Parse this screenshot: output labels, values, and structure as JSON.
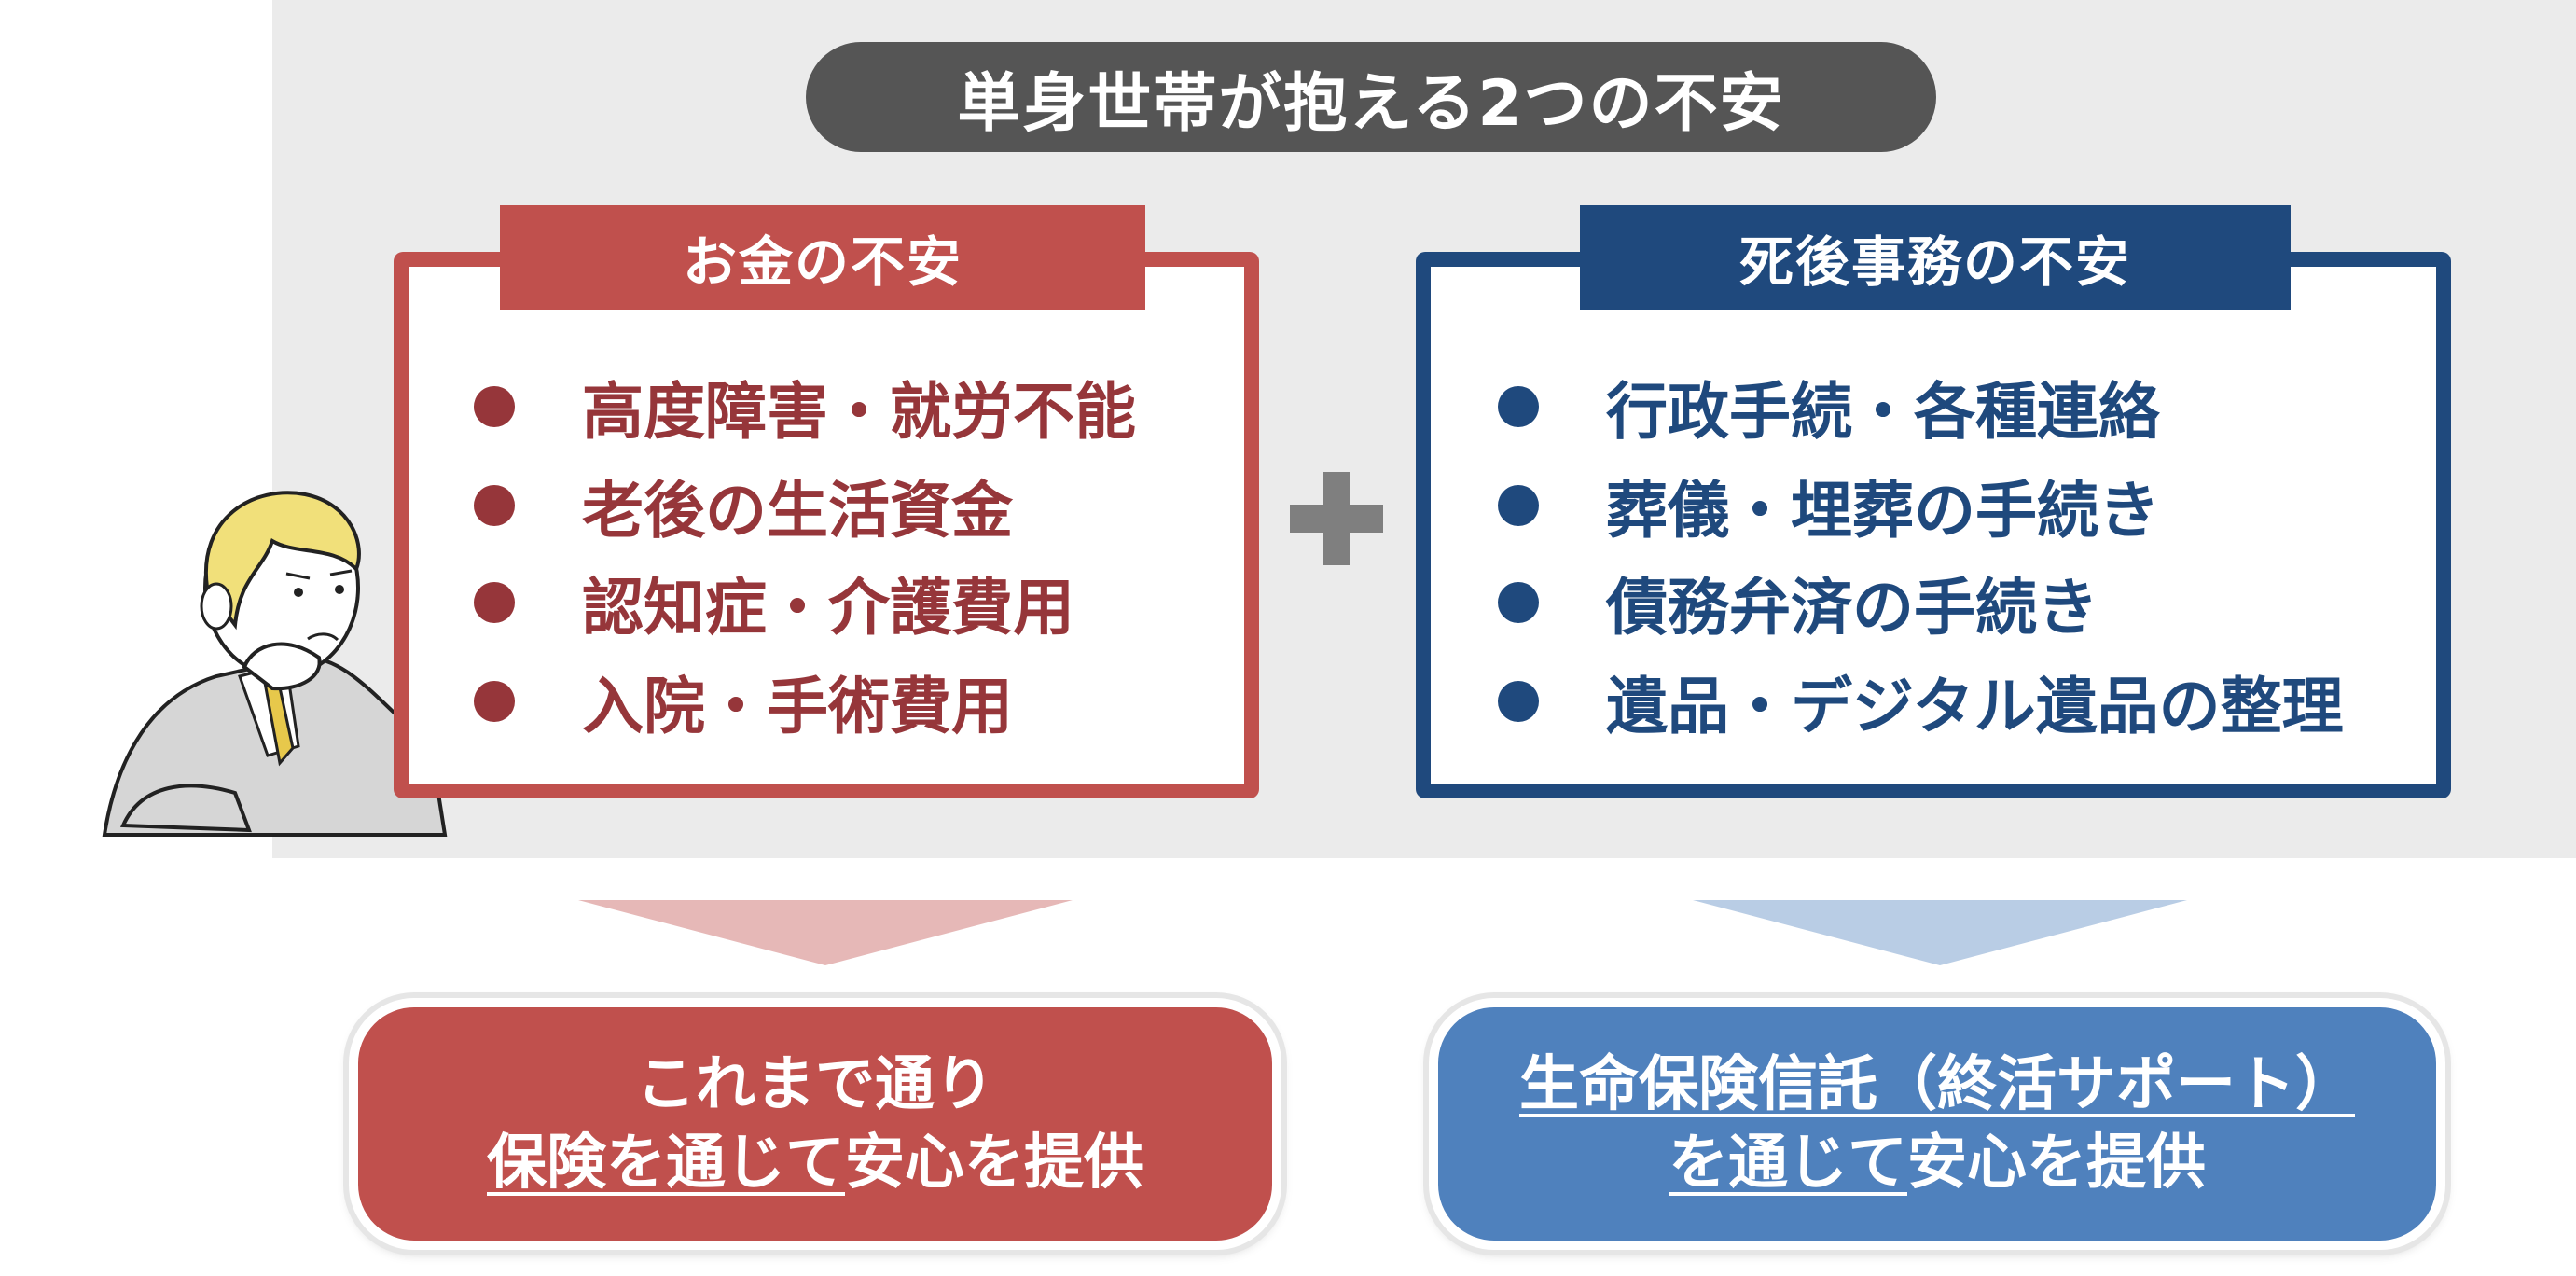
{
  "title": "単身世帯が抱える2つの不安",
  "money": {
    "header": "お金の不安",
    "items": [
      "高度障害・就労不能",
      "老後の生活資金",
      "認知症・介護費用",
      "入院・手術費用"
    ],
    "cta_line1": "これまで通り",
    "cta_line2_underlined": "保険を通じて",
    "cta_line2_rest": "安心を提供"
  },
  "death": {
    "header": "死後事務の不安",
    "items": [
      "行政手続・各種連絡",
      "葬儀・埋葬の手続き",
      "債務弁済の手続き",
      "遺品・デジタル遺品の整理"
    ],
    "cta_line1": "生命保険信託（終活サポート）",
    "cta_line2_underlined": "を通じて",
    "cta_line2_rest": "安心を提供"
  },
  "colors": {
    "money": "#c0504d",
    "money_text": "#96363a",
    "death": "#1f497d",
    "death_cta": "#4f81bd",
    "title_bg": "#555555",
    "panel_bg": "#ebebeb"
  },
  "icons": [
    "plus-icon",
    "worried-person-illustration",
    "down-arrow-icon"
  ]
}
